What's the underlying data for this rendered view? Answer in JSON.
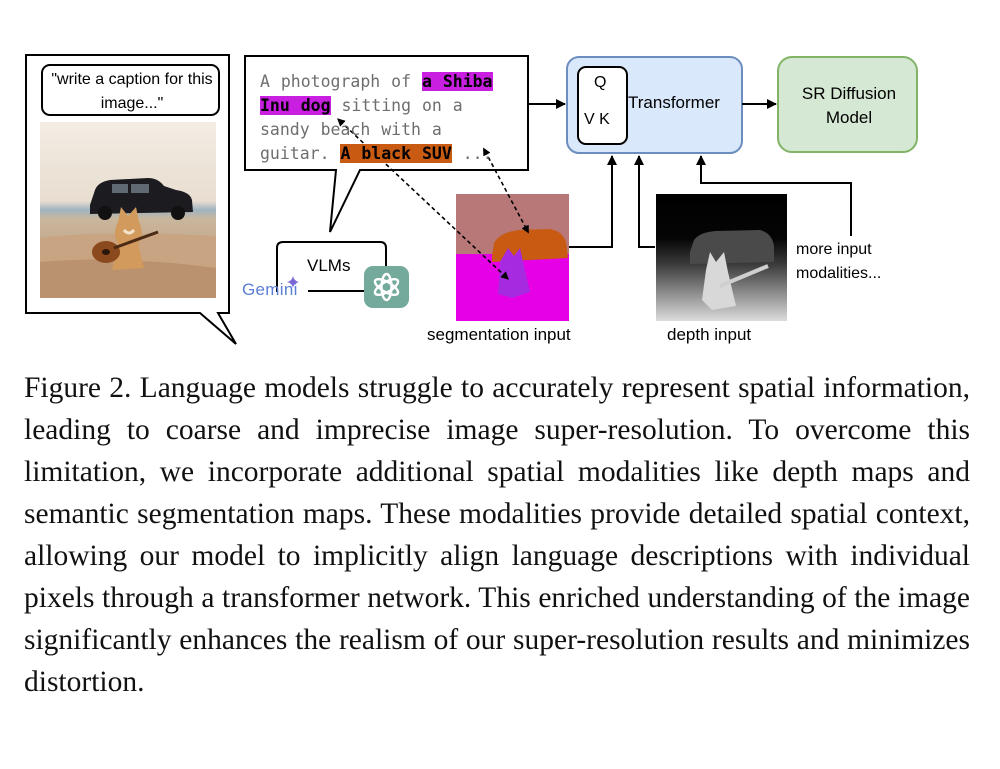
{
  "figure": {
    "prompt": "\"write a caption for this image...\"",
    "caption_parts": {
      "p1": "A photograph of ",
      "highlight_dog": "a Shiba Inu dog",
      "p2": " sitting on a sandy beach with a guitar. ",
      "highlight_car": "A black SUV",
      "p3": " ..."
    },
    "vlm_label": "VLMs",
    "gemini_label": "Gemini",
    "openai_icon": "openai-logo-icon",
    "transformer_label": "Transformer",
    "q_label": "Q",
    "vk_label": "V K",
    "sr_label": "SR Diffusion Model",
    "segmentation_label": "segmentation input",
    "depth_label": "depth input",
    "more_label": "more input modalities...",
    "colors": {
      "dog_highlight": "#c81fe0",
      "car_highlight": "#c85a12",
      "transformer_fill": "#dae8fc",
      "transformer_stroke": "#6c8ebf",
      "sr_fill": "#d5e8d4",
      "sr_stroke": "#82b366",
      "seg_background": "#b87878",
      "seg_ground": "#e600e6"
    }
  },
  "caption": {
    "text": "Figure 2. Language models struggle to accurately represent spatial information, leading to coarse and imprecise image super-resolution. To overcome this limitation, we incorporate additional spatial modalities like depth maps and semantic segmentation maps. These modalities provide detailed spatial context, allowing our model to implicitly align language descriptions with individual pixels through a transformer network. This enriched understanding of the image significantly enhances the realism of our super-resolution results and minimizes distortion."
  }
}
